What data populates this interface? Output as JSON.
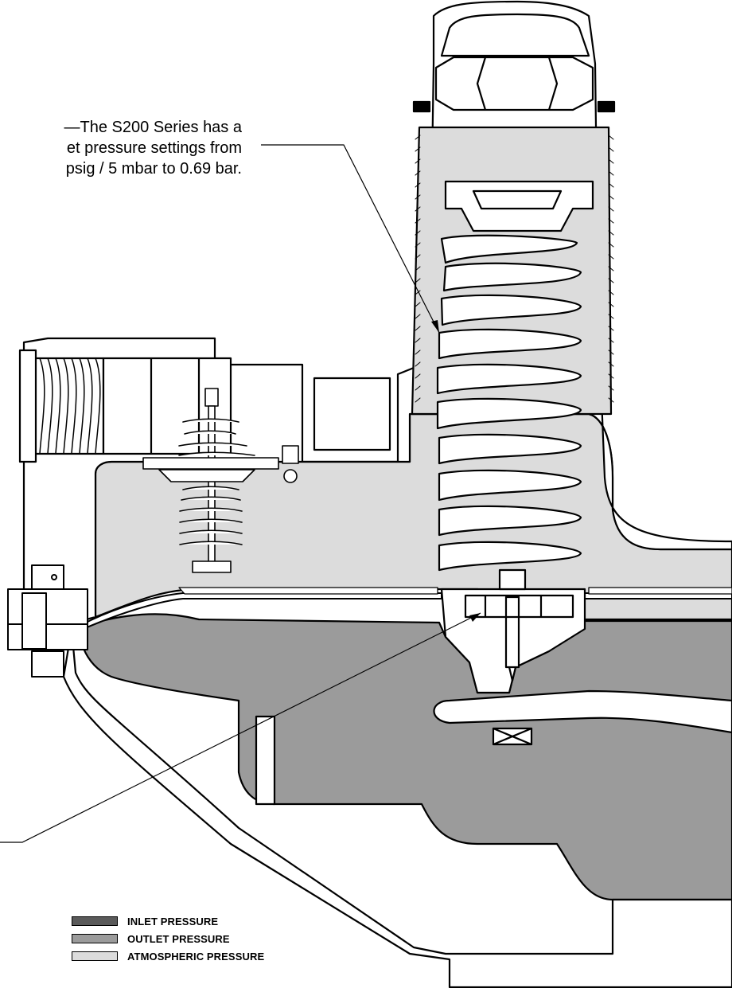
{
  "callout": {
    "lines": [
      "—The S200 Series has a",
      "et pressure settings from",
      "psig / 5 mbar to 0.69 bar."
    ]
  },
  "colors": {
    "inlet": "#5a5a5a",
    "outlet": "#9b9b9b",
    "atmospheric": "#dcdcdc",
    "body": "#ffffff",
    "outline": "#000000"
  },
  "legend": [
    {
      "label": "INLET PRESSURE",
      "color": "#5a5a5a"
    },
    {
      "label": "OUTLET PRESSURE",
      "color": "#9b9b9b"
    },
    {
      "label": "ATMOSPHERIC PRESSURE",
      "color": "#dcdcdc"
    }
  ]
}
